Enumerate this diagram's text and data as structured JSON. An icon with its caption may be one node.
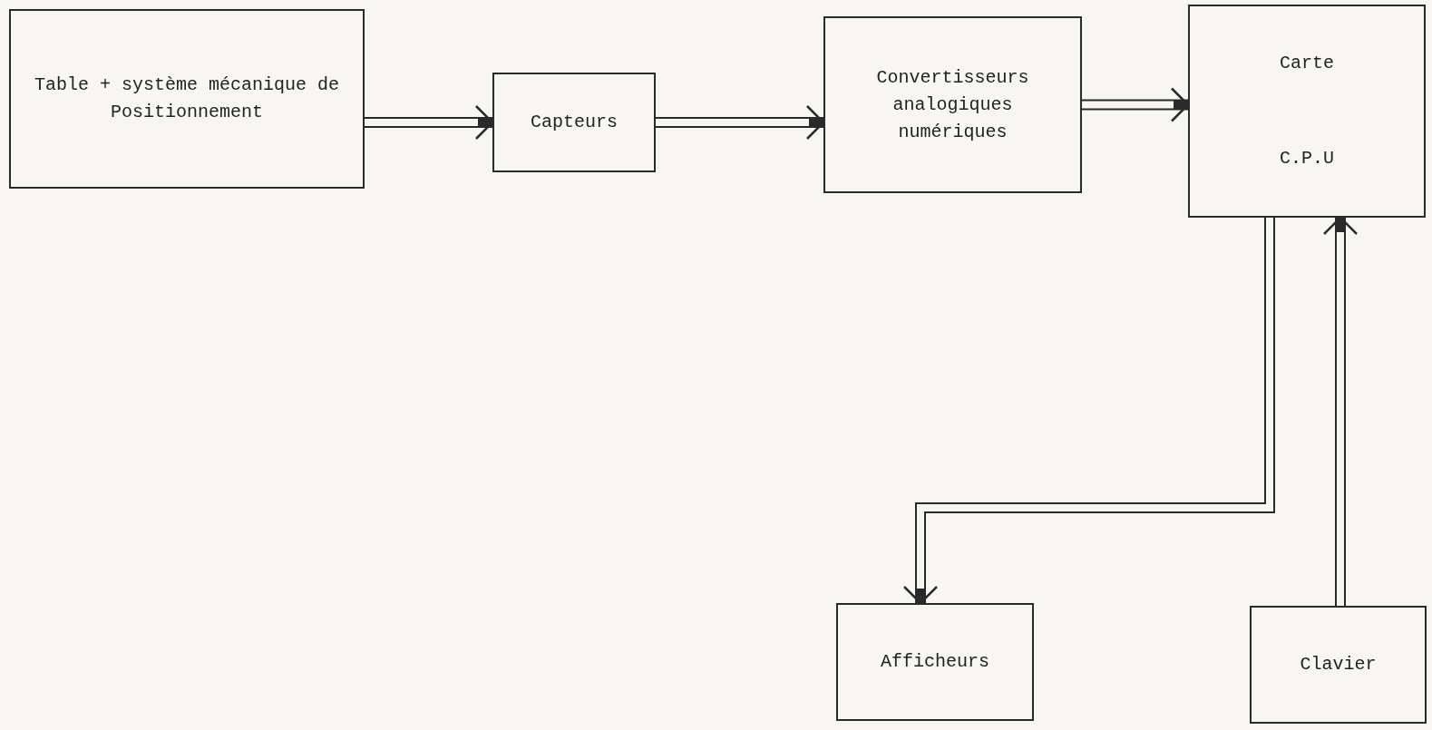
{
  "diagram": {
    "nodes": [
      {
        "text": [
          "Table + système mécanique de Positionnement"
        ]
      },
      {
        "text": [
          "Capteurs"
        ]
      },
      {
        "text": [
          "Convertisseurs analogiques numériques"
        ]
      },
      {
        "text": [
          "Carte",
          "C.P.U"
        ]
      },
      {
        "text": [
          "Afficheurs"
        ]
      },
      {
        "text": [
          "Clavier"
        ]
      }
    ],
    "edges": [
      {
        "from": 0,
        "to": 1,
        "arrow": "to"
      },
      {
        "from": 1,
        "to": 2,
        "arrow": "to"
      },
      {
        "from": 2,
        "to": 3,
        "arrow": "to"
      },
      {
        "from": 3,
        "to": 4,
        "arrow": "to"
      },
      {
        "from": 5,
        "to": 3,
        "arrow": "to"
      }
    ]
  }
}
